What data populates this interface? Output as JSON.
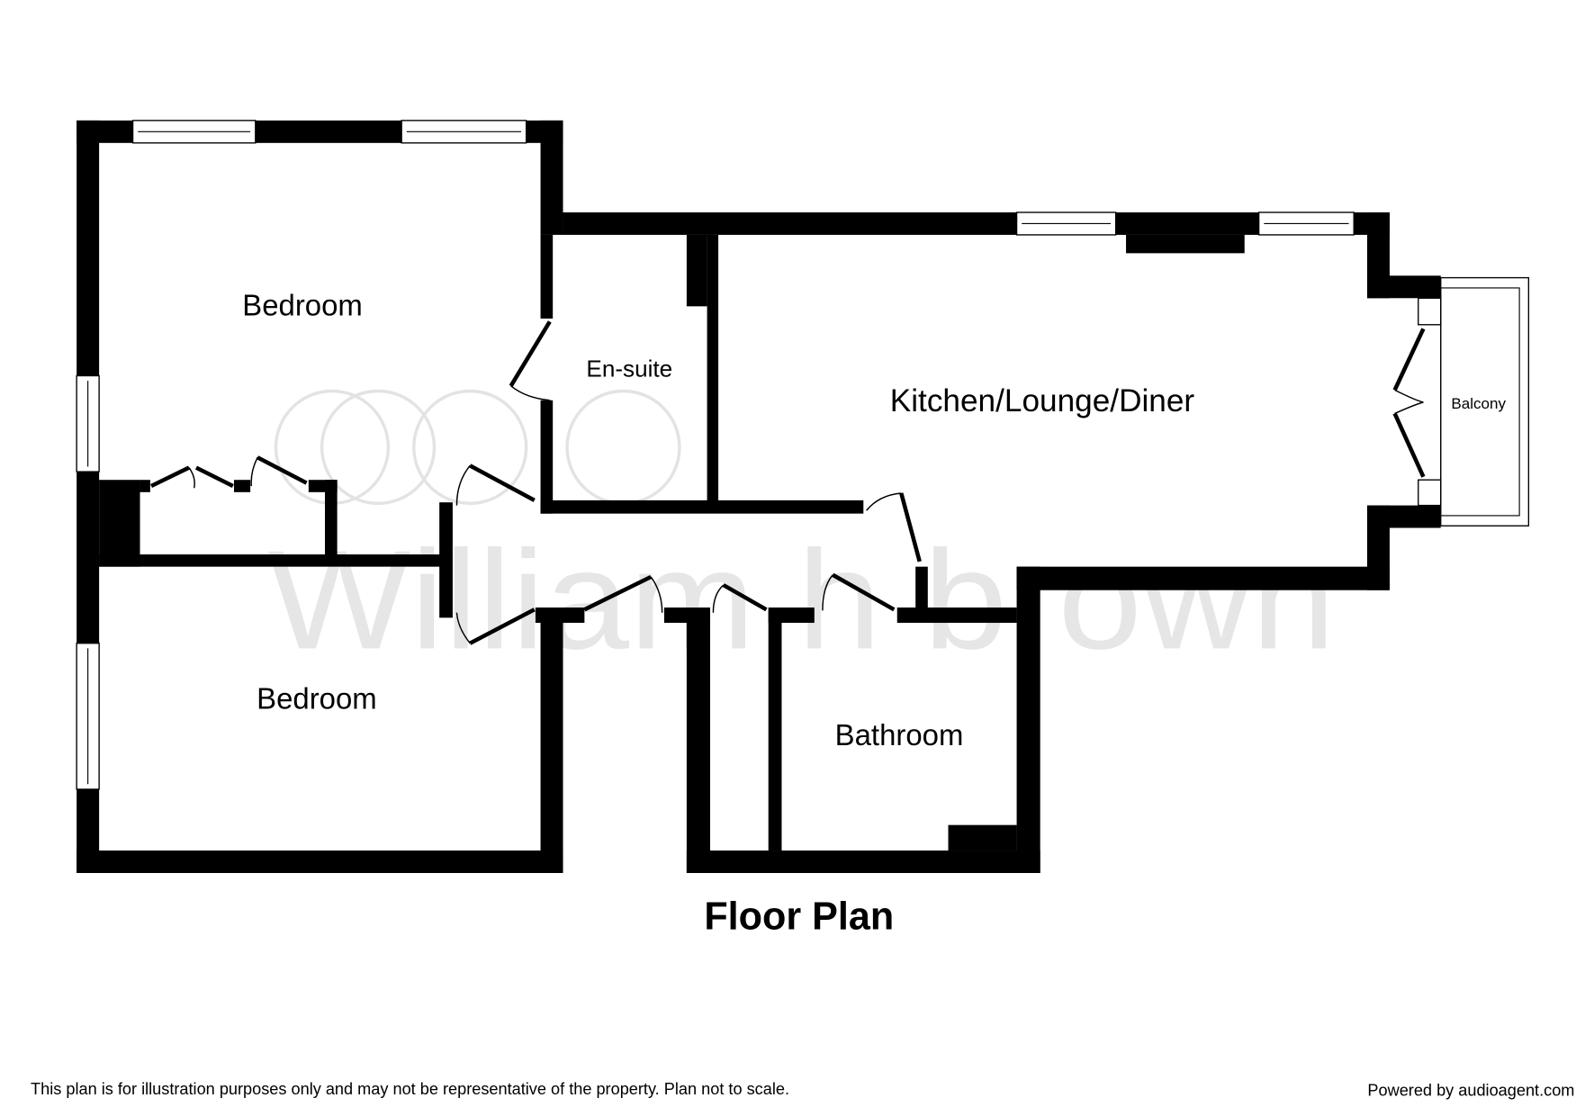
{
  "watermark": {
    "text": "William h brown"
  },
  "rooms": {
    "bedroom1": "Bedroom",
    "ensuite": "En-suite",
    "kitchen": "Kitchen/Lounge/Diner",
    "balcony": "Balcony",
    "bedroom2": "Bedroom",
    "bathroom": "Bathroom"
  },
  "title": "Floor Plan",
  "footer": {
    "disclaimer": "This plan is for illustration purposes only and may not be representative of the property. Plan not to scale.",
    "powered_by": "Powered by audioagent.com"
  }
}
